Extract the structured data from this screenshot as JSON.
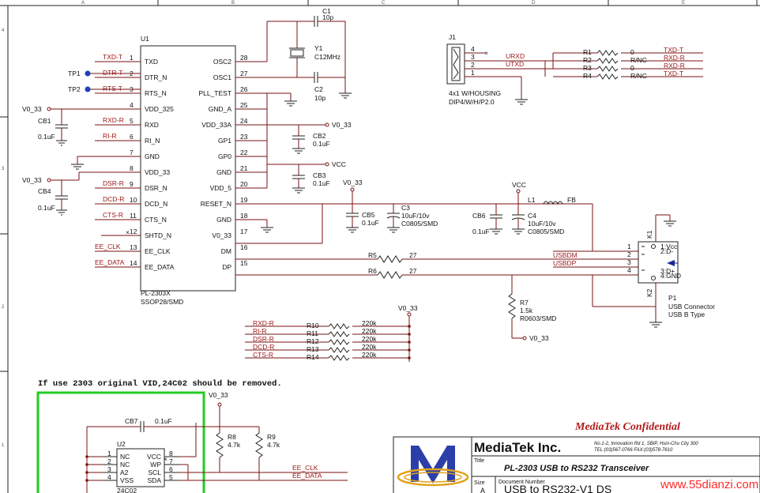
{
  "frame": {
    "cols": [
      "A",
      "B",
      "C",
      "D",
      "E"
    ],
    "rows": [
      "4",
      "3",
      "2",
      "1"
    ]
  },
  "u1": {
    "ref": "U1",
    "part": "PL-2303X",
    "package": "SSOP28/SMD",
    "left_pins": [
      {
        "num": "1",
        "name": "TXD",
        "net": "TXD-T"
      },
      {
        "num": "2",
        "name": "DTR_N",
        "net": "DTR-T"
      },
      {
        "num": "3",
        "name": "RTS_N",
        "net": "RTS-T"
      },
      {
        "num": "4",
        "name": "VDD_325",
        "net": ""
      },
      {
        "num": "5",
        "name": "RXD",
        "net": "RXD-R"
      },
      {
        "num": "6",
        "name": "RI_N",
        "net": "RI-R"
      },
      {
        "num": "7",
        "name": "GND",
        "net": ""
      },
      {
        "num": "8",
        "name": "VDD_33",
        "net": ""
      },
      {
        "num": "9",
        "name": "DSR_N",
        "net": "DSR-R"
      },
      {
        "num": "10",
        "name": "DCD_N",
        "net": "DCD-R"
      },
      {
        "num": "11",
        "name": "CTS_N",
        "net": "CTS-R"
      },
      {
        "num": "12",
        "name": "SHTD_N",
        "net": ""
      },
      {
        "num": "13",
        "name": "EE_CLK",
        "net": "EE_CLK"
      },
      {
        "num": "14",
        "name": "EE_DATA",
        "net": "EE_DATA"
      }
    ],
    "right_pins": [
      {
        "num": "28",
        "name": "OSC2"
      },
      {
        "num": "27",
        "name": "OSC1"
      },
      {
        "num": "26",
        "name": "PLL_TEST"
      },
      {
        "num": "25",
        "name": "GND_A"
      },
      {
        "num": "24",
        "name": "VDD_33A"
      },
      {
        "num": "23",
        "name": "GP1"
      },
      {
        "num": "22",
        "name": "GP0"
      },
      {
        "num": "21",
        "name": "GND"
      },
      {
        "num": "20",
        "name": "VDD_5"
      },
      {
        "num": "19",
        "name": "RESET_N"
      },
      {
        "num": "18",
        "name": "GND"
      },
      {
        "num": "17",
        "name": "V0_33"
      },
      {
        "num": "16",
        "name": "DM"
      },
      {
        "num": "15",
        "name": "DP"
      }
    ]
  },
  "test_points": [
    "TP1",
    "TP2"
  ],
  "power": {
    "v033": "V0_33",
    "vcc": "VCC"
  },
  "caps": {
    "c1": {
      "ref": "C1",
      "val": "10p"
    },
    "c2": {
      "ref": "C2",
      "val": "10p"
    },
    "y1": {
      "ref": "Y1",
      "val": "C12MHz"
    },
    "cb1": {
      "ref": "CB1",
      "val": "0.1uF"
    },
    "cb4": {
      "ref": "CB4",
      "val": "0.1uF"
    },
    "cb2": {
      "ref": "CB2",
      "val": "0.1uF"
    },
    "cb3": {
      "ref": "CB3",
      "val": "0.1uF"
    },
    "cb5": {
      "ref": "CB5",
      "val": "0.1uF"
    },
    "c3": {
      "ref": "C3",
      "val": "10uF/10v",
      "pkg": "C0805/SMD"
    },
    "cb6": {
      "ref": "CB6",
      "val": "0.1uF"
    },
    "c4": {
      "ref": "C4",
      "val": "10uF/10v",
      "pkg": "C0805/SMD"
    },
    "cb7": {
      "ref": "CB7",
      "val": "0.1uF"
    }
  },
  "j1": {
    "ref": "J1",
    "desc1": "4x1 W/HOUSING",
    "desc2": "DIP4/W/H/P2.0",
    "pins": [
      "4",
      "3",
      "2",
      "1"
    ],
    "nets": [
      "URXD",
      "UTXD"
    ],
    "resistors": [
      {
        "ref": "R1",
        "val": "0",
        "net": "TXD-T"
      },
      {
        "ref": "R2",
        "val": "R/NC",
        "net": "RXD-R"
      },
      {
        "ref": "R3",
        "val": "0",
        "net": "RXD-R"
      },
      {
        "ref": "R4",
        "val": "R/NC",
        "net": "TXD-T"
      }
    ]
  },
  "usb": {
    "l1": "L1",
    "fb": "FB",
    "r5": "R5",
    "r5v": "27",
    "r6": "R6",
    "r6v": "27",
    "usbdm": "USBDM",
    "usbdp": "USBDP",
    "r7": "R7",
    "r7v": "1.5k",
    "r7pkg": "R0603/SMD",
    "k1": "K1",
    "k2": "K2",
    "pins": [
      "1",
      "2",
      "3",
      "4"
    ],
    "p1": "P1",
    "p1d1": "USB Connector",
    "p1d2": "USB B Type",
    "conn_labels": [
      "1:Vcc",
      "2:D-",
      "3:D+",
      "4:GND"
    ]
  },
  "pullups": {
    "nets": [
      "RXD-R",
      "RI-R",
      "DSR-R",
      "DCD-R",
      "CTS-R"
    ],
    "refs": [
      "R10",
      "R11",
      "R12",
      "R13",
      "R14"
    ],
    "vals": [
      "220k",
      "220k",
      "220k",
      "220k",
      "220k"
    ]
  },
  "note": "If use 2303 original VID,24C02 should be removed.",
  "u2": {
    "ref": "U2",
    "part": "24C02",
    "left_pins": [
      {
        "num": "1",
        "name": "NC"
      },
      {
        "num": "2",
        "name": "NC"
      },
      {
        "num": "3",
        "name": "A2"
      },
      {
        "num": "4",
        "name": "VSS"
      }
    ],
    "right_pins": [
      {
        "num": "8",
        "name": "VCC"
      },
      {
        "num": "7",
        "name": "WP"
      },
      {
        "num": "6",
        "name": "SCL"
      },
      {
        "num": "5",
        "name": "SDA"
      }
    ],
    "r8": "R8",
    "r8v": "4.7k",
    "r9": "R9",
    "r9v": "4.7k",
    "ee_clk": "EE_CLK",
    "ee_data": "EE_DATA"
  },
  "title_block": {
    "confidential": "MediaTek Confidential",
    "company": "MediaTek Inc.",
    "addr1": "No.1-2, Innovation Rd 1, SBIP, Hsin-Chu City 300",
    "addr2": "TEL:(03)567-0766 FAX:(03)578-7610",
    "title_label": "Title",
    "title": "PL-2303 USB to RS232 Transceiver",
    "size_label": "Size",
    "size": "A",
    "doc_label": "Document Number",
    "doc": "USB to RS232-V1 DS"
  },
  "watermark": "www.55dianzi.com",
  "colors": {
    "wire": "#7a1212",
    "net_label": "#9c1515",
    "body": "#222222",
    "note_box": "#22cc22",
    "confidential": "#b21b1b",
    "watermark": "#ff2a2a",
    "logo_blue": "#2c3fa8",
    "logo_gold": "#e0a21a"
  }
}
